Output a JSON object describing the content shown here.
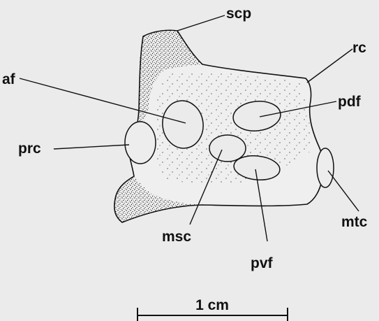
{
  "labels": {
    "scp": "scp",
    "rc": "rc",
    "af": "af",
    "pdf": "pdf",
    "prc": "prc",
    "msc": "msc",
    "pvf": "pvf",
    "mtc": "mtc"
  },
  "scale_bar": {
    "label": "1 cm"
  },
  "colors": {
    "background": "#ebebeb",
    "ink": "#111111"
  }
}
